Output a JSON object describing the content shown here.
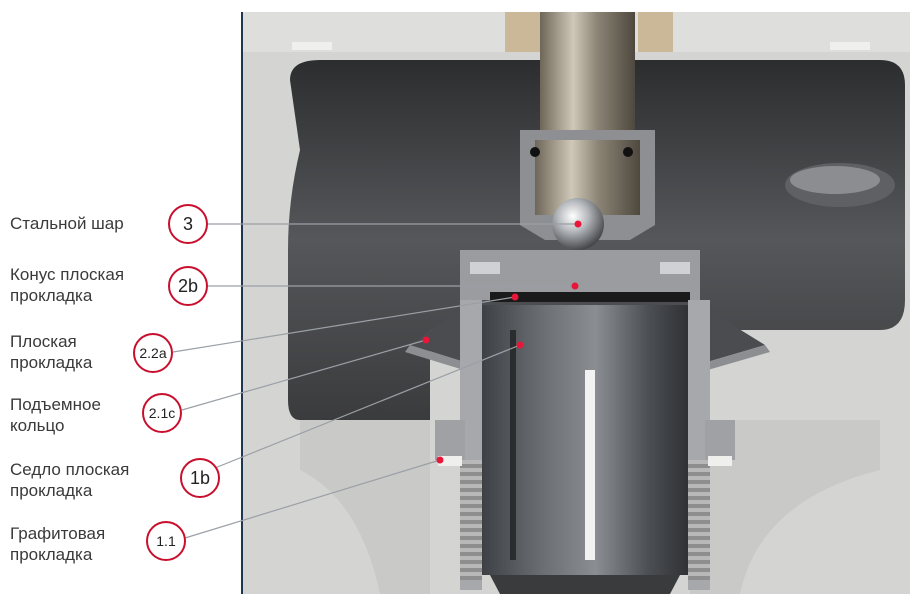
{
  "labels": [
    {
      "text": "Стальной шар",
      "code": "3"
    },
    {
      "text": "Конус плоская прокладка",
      "code": "2b"
    },
    {
      "text": "Плоская прокладка",
      "code": "2.2a"
    },
    {
      "text": "Подъемное кольцо",
      "code": "2.1c"
    },
    {
      "text": "Седло плоская прокладка",
      "code": "1b"
    },
    {
      "text": "Графитовая прокладка",
      "code": "1.1"
    }
  ],
  "colors": {
    "callout_border": "#c8102e",
    "marker_dot": "#e8173a",
    "leader_line": "#9aa0a6",
    "frame": "#1f3552"
  }
}
